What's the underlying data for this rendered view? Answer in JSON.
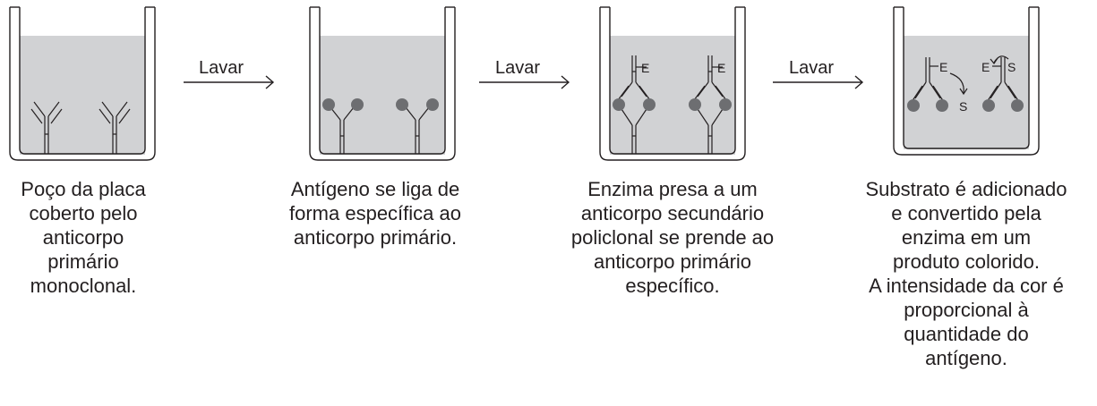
{
  "arrows": [
    {
      "label": "Lavar"
    },
    {
      "label": "Lavar"
    },
    {
      "label": "Lavar"
    }
  ],
  "steps": [
    {
      "caption": [
        "Poço da placa",
        "coberto pelo",
        "anticorpo",
        "primário",
        "monoclonal."
      ]
    },
    {
      "caption": [
        "Antígeno se liga de",
        "forma específica ao",
        "anticorpo primário."
      ]
    },
    {
      "caption": [
        "Enzima presa a um",
        "anticorpo secundário",
        "policlonal se prende ao",
        "anticorpo primário",
        "específico."
      ]
    },
    {
      "caption": [
        "Substrato é adicionado",
        "e convertido pela",
        "enzima em um",
        "produto colorido.",
        "A intensidade da cor é",
        "proporcional à",
        "quantidade do",
        "antígeno."
      ]
    }
  ],
  "symbols": {
    "enzyme": "E",
    "substrate": "S"
  },
  "colors": {
    "liquid": "#d1d2d4",
    "antigen": "#6d6e71",
    "line": "#231f20"
  }
}
